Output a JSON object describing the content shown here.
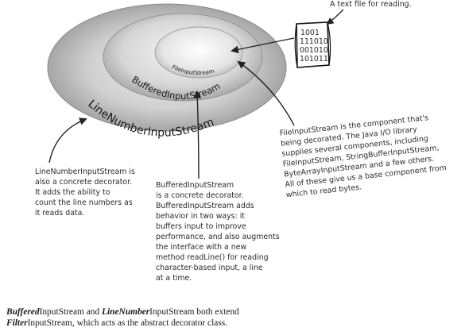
{
  "diagram": {
    "rings": {
      "outer": "LineNumberInputStream",
      "middle": "BufferedInputStream",
      "inner": "FileInputStream"
    },
    "file_label": "A text file for reading.",
    "file_bits": [
      "1001",
      "111010",
      "001010",
      "101011"
    ],
    "notes": {
      "line_number": [
        "LineNumberInputStream is",
        "also a concrete decorator.",
        "It adds the ability to",
        "count the line numbers as",
        "it reads data."
      ],
      "buffered": [
        "BufferedInputStream",
        "is a concrete decorator.",
        "BufferedInputStream adds",
        "behavior in two ways: it",
        "buffers input to improve",
        "performance, and also augments",
        "the interface with a new",
        "method readLine() for reading",
        "character-based input, a line",
        "at a time."
      ],
      "file_input": [
        "FileInputStream is the component that's",
        "being decorated. The Java I/O library",
        "supplies several components, including",
        "FileInputStream, StringBufferInputStream,",
        "ByteArrayInputStream and a few others.",
        "All of these give us a base component from",
        "which to read bytes."
      ]
    }
  },
  "caption": {
    "buffered_bold": "Buffered",
    "part1": "InputStream and ",
    "linenumber_bold": "LineNumber",
    "part2": "InputStream both extend",
    "filter_bold": "Filter",
    "part3": "InputStream, which acts as the abstract decorator class."
  }
}
